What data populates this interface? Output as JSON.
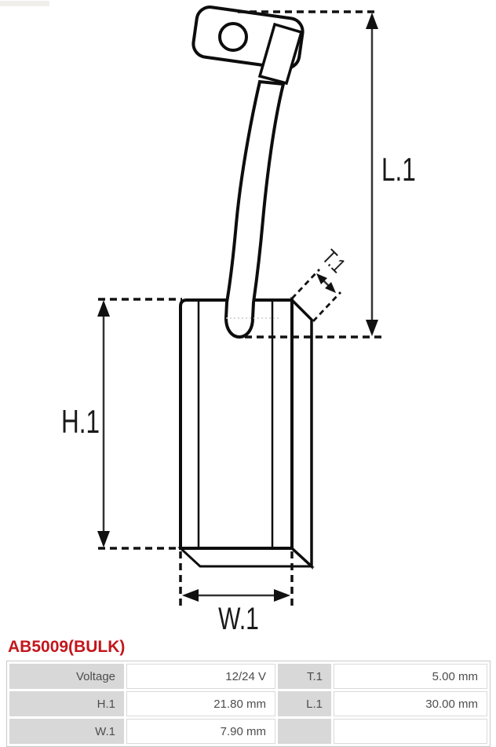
{
  "part": {
    "code": "AB5009(BULK)"
  },
  "diagram": {
    "type": "technical-drawing",
    "subject": "alternator carbon brush with lead wire and eyelet terminal",
    "labels": {
      "length": "L.1",
      "height": "H.1",
      "width": "W.1",
      "thickness": "T.1"
    }
  },
  "spec_table": {
    "rows": [
      {
        "c1_label": "Voltage",
        "c1_value": "12/24 V",
        "c2_label": "T.1",
        "c2_value": "5.00 mm"
      },
      {
        "c1_label": "H.1",
        "c1_value": "21.80 mm",
        "c2_label": "L.1",
        "c2_value": "30.00 mm"
      },
      {
        "c1_label": "W.1",
        "c1_value": "7.90 mm",
        "c2_label": "",
        "c2_value": ""
      }
    ]
  },
  "colors": {
    "accent_red": "#c3161c",
    "table_label_bg": "#d8d8d8",
    "line_black": "#0d0d0d",
    "dim_line_gray": "#333333"
  }
}
